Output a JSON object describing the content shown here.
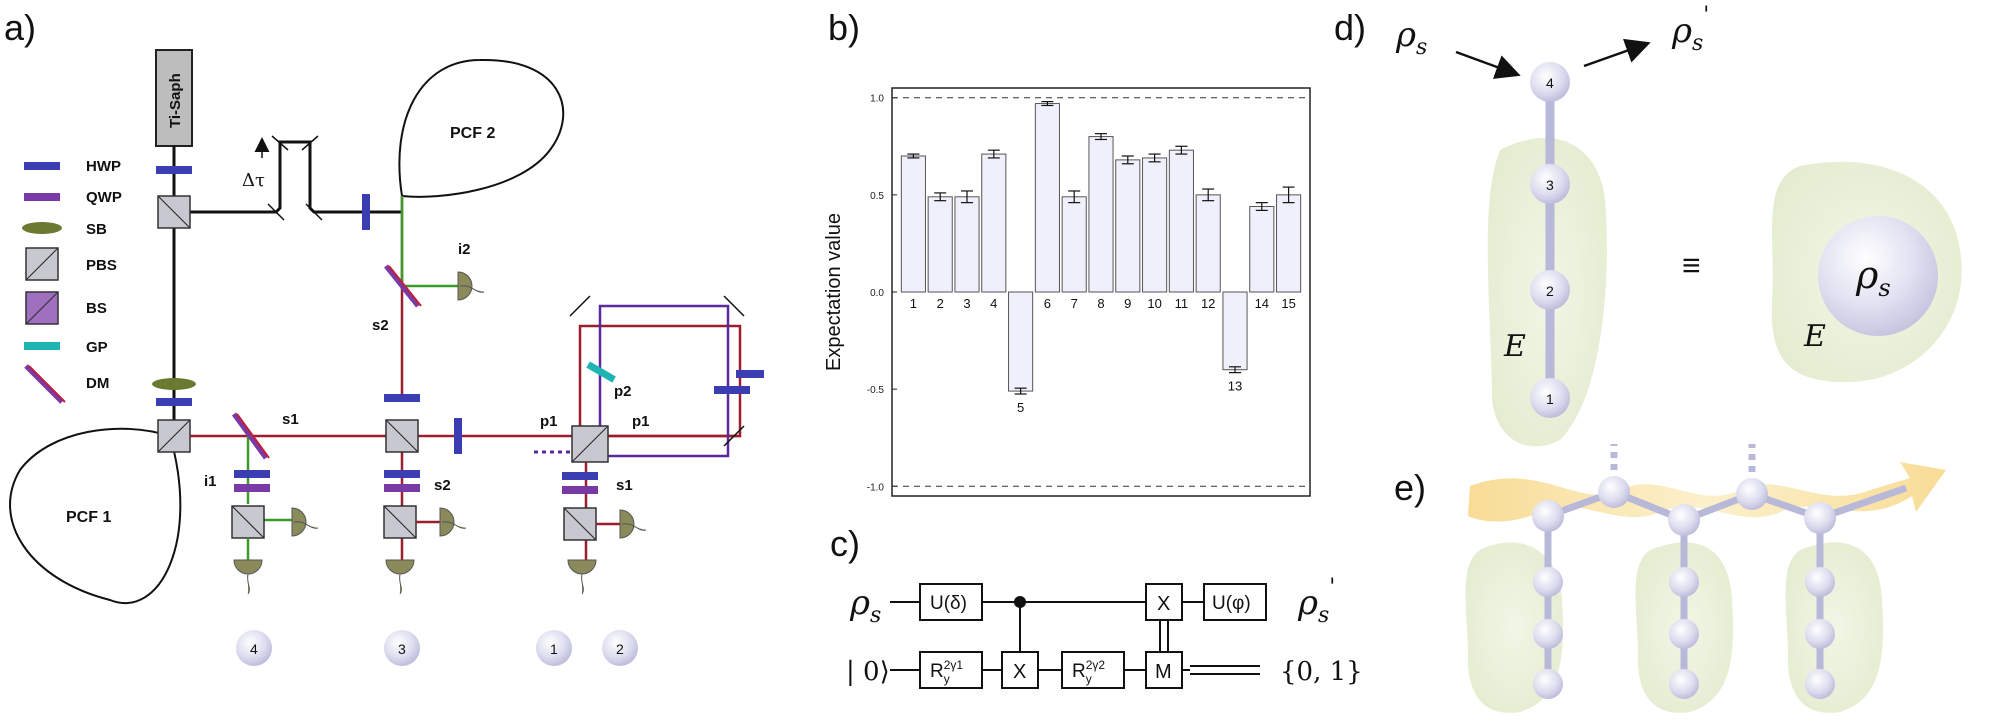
{
  "panels": {
    "a": "a)",
    "b": "b)",
    "c": "c)",
    "d": "d)",
    "e": "e)"
  },
  "panel_a": {
    "laser": "Ti-Saph",
    "pcf1": "PCF 1",
    "pcf2": "PCF 2",
    "delay": "Δτ",
    "legend": [
      "HWP",
      "QWP",
      "SB",
      "PBS",
      "BS",
      "GP",
      "DM"
    ],
    "beam_labels": {
      "s1_a": "s1",
      "s2_a": "s2",
      "s2_b": "s2",
      "i1": "i1",
      "i2": "i2",
      "p1_a": "p1",
      "p1_b": "p1",
      "p2": "p2",
      "s1_b": "s1"
    },
    "detectors": [
      "4",
      "3",
      "1",
      "2"
    ],
    "colors": {
      "hwp": "#3b3db3",
      "qwp": "#7a3aa6",
      "sb": "#6a7a30",
      "gp": "#1fb3b3",
      "red": "#9a1e2e",
      "purple": "#5a2a9a",
      "green": "#3a9a2a",
      "detector": "#8a8a5a"
    }
  },
  "chart_data": {
    "type": "bar",
    "ylabel": "Expectation value",
    "ylim": [
      -1.05,
      1.05
    ],
    "yticks": [
      "1.0",
      "0.5",
      "0.0",
      "-0.5",
      "-1.0"
    ],
    "categories": [
      "1",
      "2",
      "3",
      "4",
      "5",
      "6",
      "7",
      "8",
      "9",
      "10",
      "11",
      "12",
      "13",
      "14",
      "15"
    ],
    "values": [
      0.7,
      0.49,
      0.49,
      0.71,
      -0.51,
      0.97,
      0.49,
      0.8,
      0.68,
      0.69,
      0.73,
      0.5,
      -0.4,
      0.44,
      0.5
    ],
    "errors": [
      0.01,
      0.02,
      0.03,
      0.02,
      0.015,
      0.01,
      0.03,
      0.015,
      0.02,
      0.02,
      0.02,
      0.03,
      0.015,
      0.02,
      0.04
    ],
    "dashed_reference_lines": [
      1.0,
      -1.0
    ],
    "bar_color": "#f0f0fc"
  },
  "panel_c": {
    "input_state": "ρ",
    "input_sub": "s",
    "output_state": "ρ",
    "output_sub": "s",
    "output_prime": "'",
    "ket": "| 0⟩",
    "gate_u_delta": "U(δ)",
    "gate_x1": "X",
    "gate_x2": "X",
    "gate_u_phi": "U(φ)",
    "gate_m": "M",
    "gate_ry1": "R",
    "gate_ry1_sub": "y",
    "gate_ry1_sup": "2γ1",
    "gate_ry2": "R",
    "gate_ry2_sub": "y",
    "gate_ry2_sup": "2γ2",
    "outcome": "{0, 1}"
  },
  "panel_d": {
    "rho_in": "ρ",
    "rho_in_sub": "s",
    "rho_out": "ρ",
    "rho_out_sub": "s",
    "rho_out_prime": "'",
    "nodes": [
      "4",
      "3",
      "2",
      "1"
    ],
    "env_left": "E",
    "env_right": "E",
    "equiv": "≡",
    "big_node": "ρ",
    "big_node_sub": "s"
  }
}
